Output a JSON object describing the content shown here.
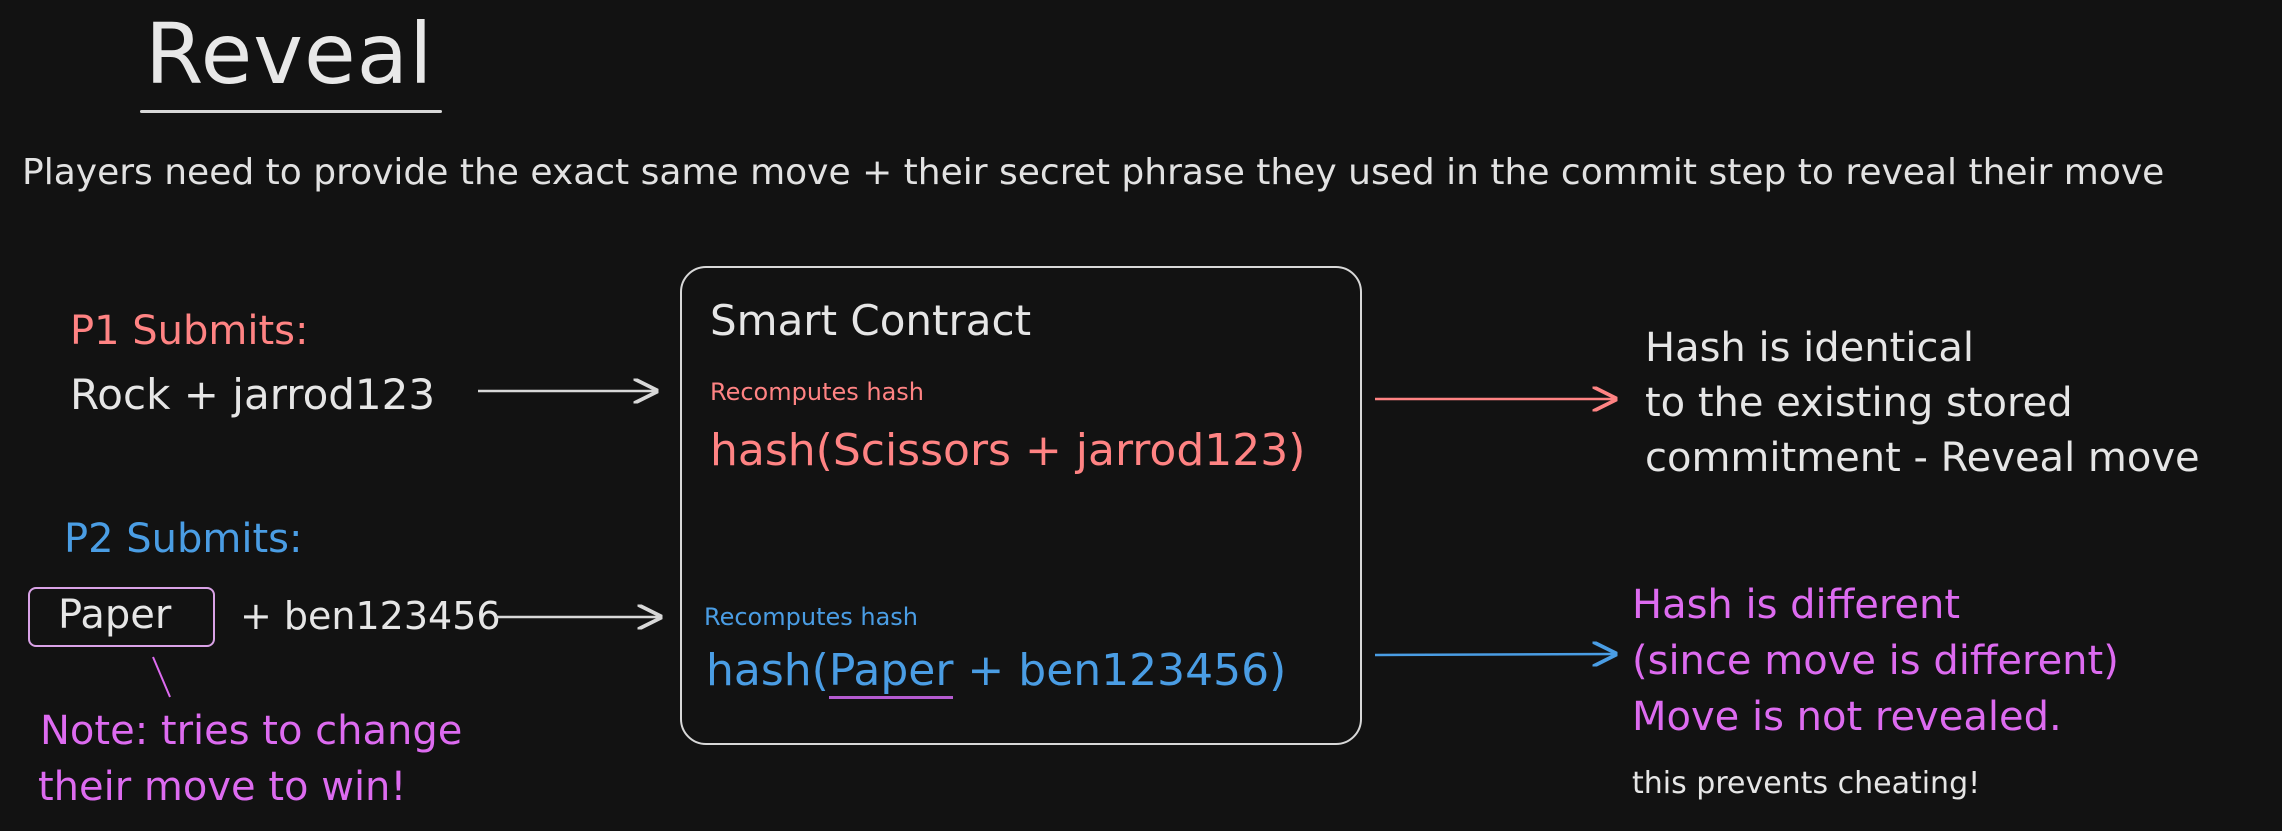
{
  "title": "Reveal",
  "subtitle": "Players need to provide the exact same move + their secret phrase they used in the commit step to reveal their move",
  "player1": {
    "label": "P1 Submits:",
    "submission": "Rock + jarrod123"
  },
  "player2": {
    "label": "P2 Submits:",
    "move": "Paper",
    "rest": "+ ben123456",
    "note_line1": "Note: tries to change",
    "note_line2": "their move to win!"
  },
  "contract": {
    "title": "Smart Contract",
    "recompute_label_1": "Recomputes hash",
    "hash_1": "hash(Scissors + jarrod123)",
    "recompute_label_2": "Recomputes hash",
    "hash_2_prefix": "hash(",
    "hash_2_move": "Paper",
    "hash_2_suffix": " + ben123456)"
  },
  "result1": {
    "line1": "Hash is identical",
    "line2": "to the existing stored",
    "line3": "commitment - Reveal move"
  },
  "result2": {
    "line1": "Hash is different",
    "line2": "(since move is different)",
    "line3": "Move is not revealed.",
    "footnote": "this prevents cheating!"
  },
  "colors": {
    "background": "#121212",
    "player1": "#ff8383",
    "player2": "#4a9de4",
    "highlight": "#dd6bf0",
    "foreground": "#e6e6e6"
  }
}
